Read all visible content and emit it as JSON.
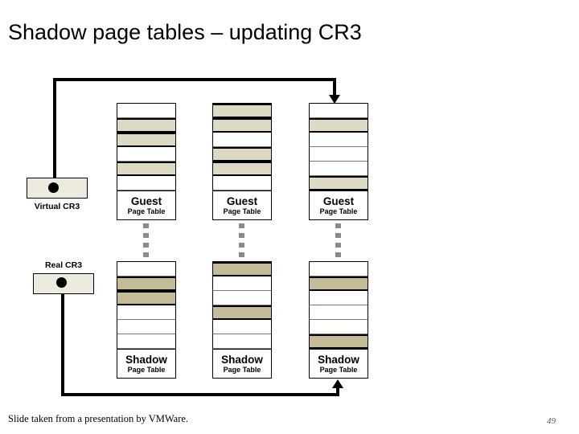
{
  "slide": {
    "title": "Shadow page tables – updating CR3",
    "footer_note": "Slide taken from a presentation by VMWare.",
    "page_number": "49"
  },
  "colors": {
    "guest_filled": "#DDD9C3",
    "shadow_filled": "#C4BC96",
    "empty_row": "#FFFFFF",
    "register_box": "#EDEBE0",
    "line": "#000000",
    "dotted_link": "#8A8A8A",
    "background": "#FFFFFF"
  },
  "registers": [
    {
      "id": "virtual-cr3",
      "label": "Virtual CR3",
      "label_position": "below",
      "has_pointer_dot": true
    },
    {
      "id": "real-cr3",
      "label": "Real CR3",
      "label_position": "above",
      "has_pointer_dot": true
    }
  ],
  "guest_tables": [
    {
      "id": "guest-page-table-1",
      "caption_main": "Guest",
      "caption_sub": "Page Table",
      "rows": [
        "empty",
        "filled",
        "filled",
        "empty",
        "filled",
        "empty"
      ]
    },
    {
      "id": "guest-page-table-2",
      "caption_main": "Guest",
      "caption_sub": "Page Table",
      "rows": [
        "filled",
        "filled",
        "empty",
        "filled",
        "filled",
        "empty"
      ]
    },
    {
      "id": "guest-page-table-3",
      "caption_main": "Guest",
      "caption_sub": "Page Table",
      "rows": [
        "empty",
        "filled",
        "empty",
        "empty",
        "empty",
        "filled"
      ]
    }
  ],
  "shadow_tables": [
    {
      "id": "shadow-page-table-1",
      "caption_main": "Shadow",
      "caption_sub": "Page Table",
      "rows": [
        "empty",
        "filled",
        "filled",
        "empty",
        "empty",
        "empty"
      ]
    },
    {
      "id": "shadow-page-table-2",
      "caption_main": "Shadow",
      "caption_sub": "Page Table",
      "rows": [
        "filled",
        "empty",
        "empty",
        "filled",
        "empty",
        "empty"
      ]
    },
    {
      "id": "shadow-page-table-3",
      "caption_main": "Shadow",
      "caption_sub": "Page Table",
      "rows": [
        "empty",
        "filled",
        "empty",
        "empty",
        "empty",
        "filled"
      ]
    }
  ],
  "connectors": [
    {
      "id": "virtual-cr3-to-guest-3",
      "from": "virtual-cr3",
      "to": "guest-page-table-3",
      "style": "solid",
      "arrowhead": "down",
      "routing": "up-right-down"
    },
    {
      "id": "real-cr3-to-shadow-3",
      "from": "real-cr3",
      "to": "shadow-page-table-3",
      "style": "solid",
      "arrowhead": "up",
      "routing": "down-right-up"
    },
    {
      "id": "guest-1-to-shadow-1",
      "from": "guest-page-table-1",
      "to": "shadow-page-table-1",
      "style": "dotted",
      "arrowhead": "none"
    },
    {
      "id": "guest-2-to-shadow-2",
      "from": "guest-page-table-2",
      "to": "shadow-page-table-2",
      "style": "dotted",
      "arrowhead": "none"
    },
    {
      "id": "guest-3-to-shadow-3",
      "from": "guest-page-table-3",
      "to": "shadow-page-table-3",
      "style": "dotted",
      "arrowhead": "none"
    }
  ]
}
